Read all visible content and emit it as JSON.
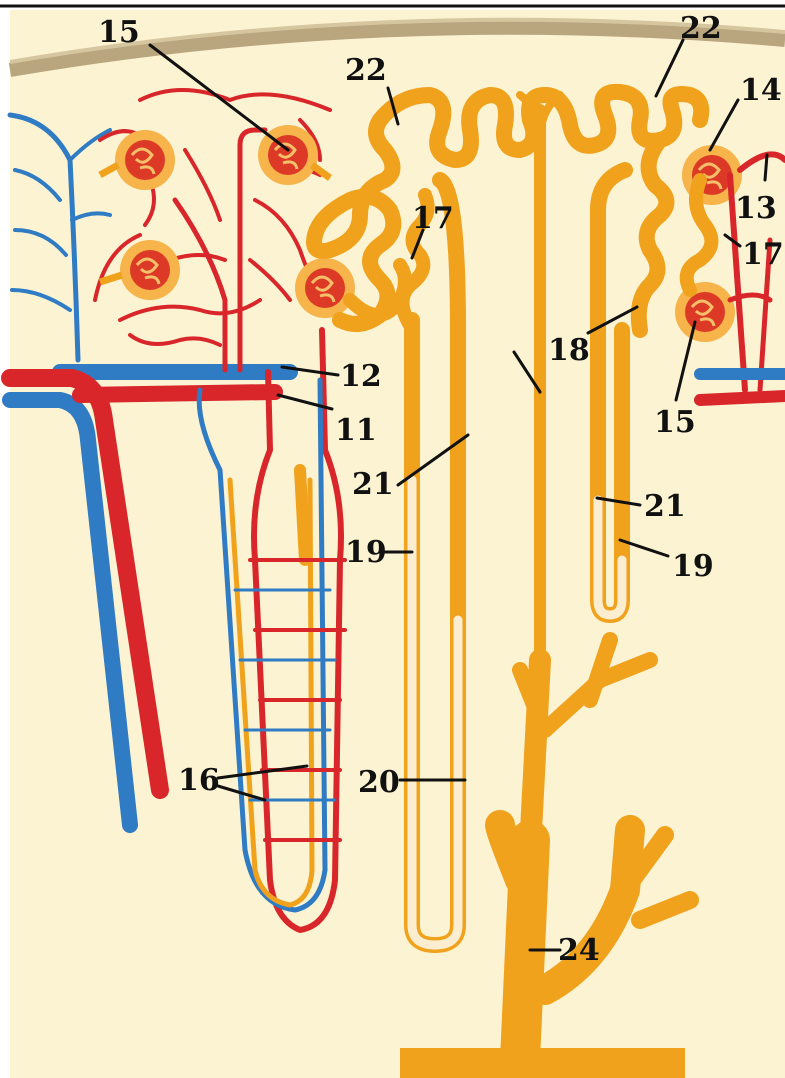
{
  "figure": {
    "colors": {
      "background": "#fbf3d2",
      "capsule": "#c9b48a",
      "artery": "#d8262a",
      "vein": "#2f7bc4",
      "tubule": "#f0a21c",
      "label": "#111111"
    },
    "labels": {
      "l11": "11",
      "l12": "12",
      "l13": "13",
      "l14": "14",
      "l15_top": "15",
      "l15_right": "15",
      "l16": "16",
      "l17_left": "17",
      "l17_right": "17",
      "l18": "18",
      "l19_left": "19",
      "l19_right": "19",
      "l20": "20",
      "l21_left": "21",
      "l21_right": "21",
      "l22_left": "22",
      "l22_right": "22",
      "l24": "24"
    }
  }
}
